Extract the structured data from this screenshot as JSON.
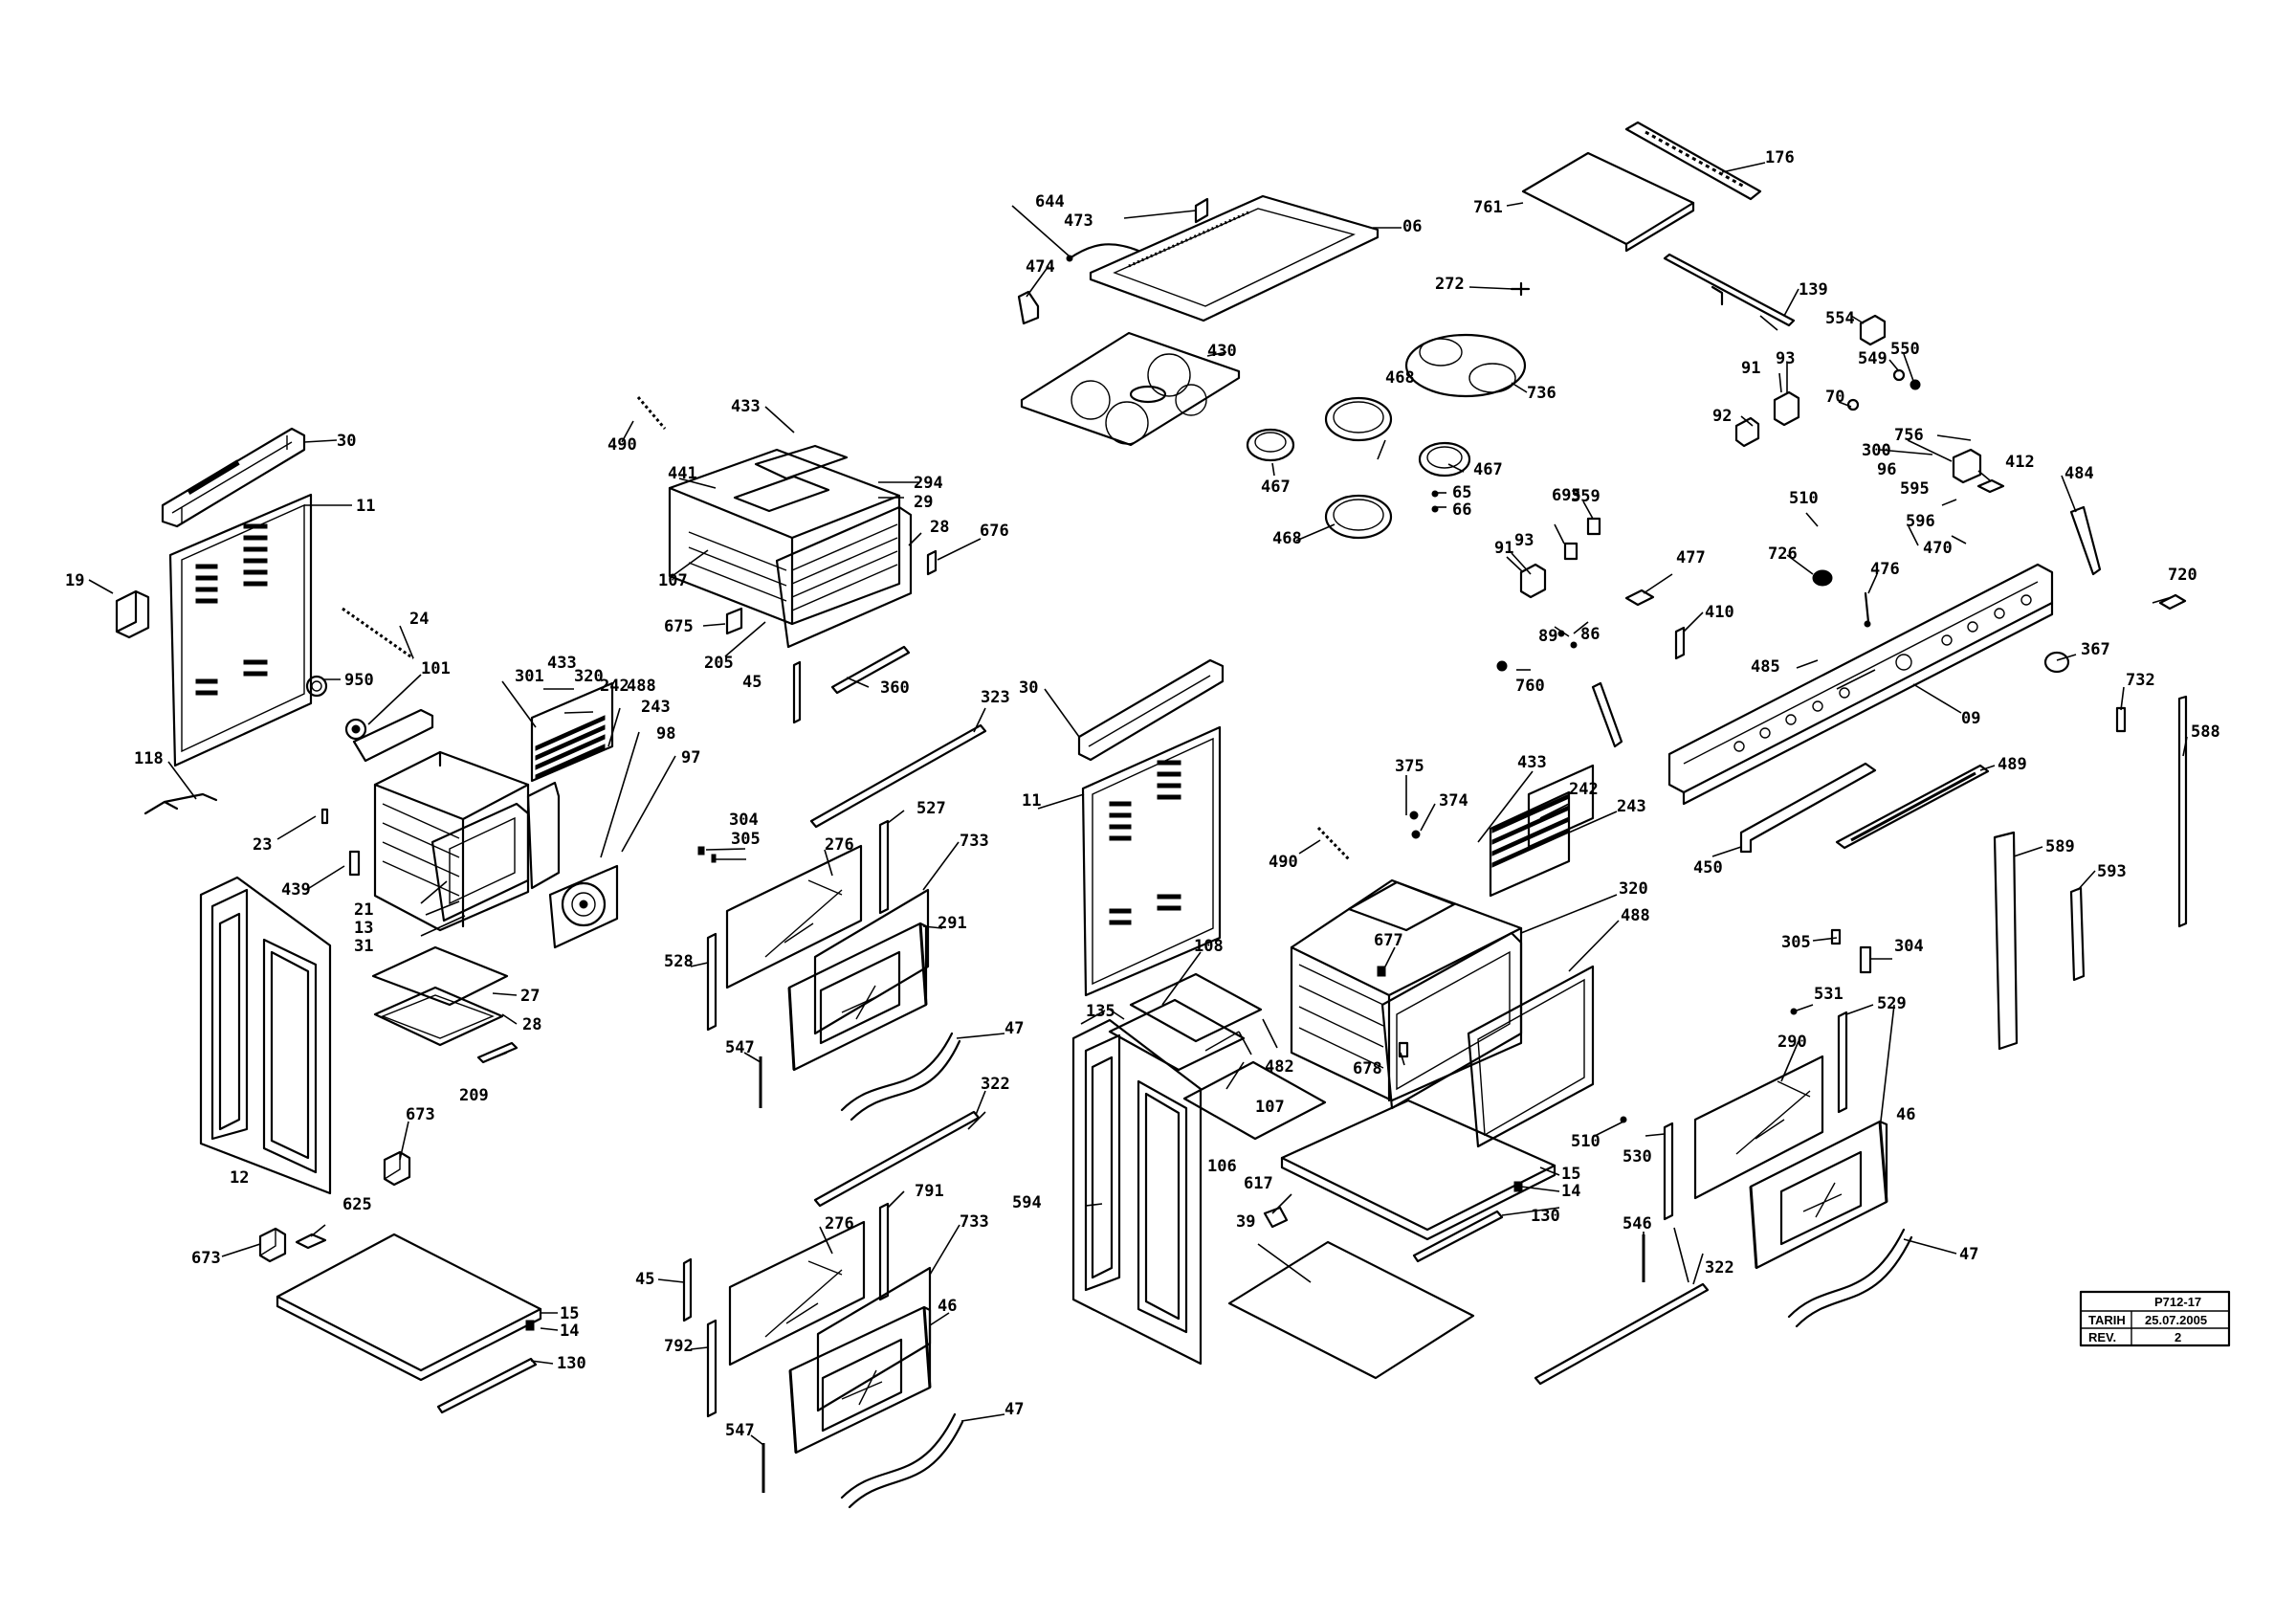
{
  "labels": {
    "p06": "06",
    "p09": "09",
    "p11a": "11",
    "p11b": "11",
    "p12": "12",
    "p13": "13",
    "p14a": "14",
    "p14b": "14",
    "p15a": "15",
    "p15b": "15",
    "p19": "19",
    "p21": "21",
    "p23": "23",
    "p24": "24",
    "p27": "27",
    "p28a": "28",
    "p28b": "28",
    "p29": "29",
    "p30a": "30",
    "p30b": "30",
    "p31": "31",
    "p39": "39",
    "p45a": "45",
    "p45b": "45",
    "p46a": "46",
    "p46b": "46",
    "p47a": "47",
    "p47b": "47",
    "p47c": "47",
    "p65": "65",
    "p66": "66",
    "p70": "70",
    "p86": "86",
    "p89": "89",
    "p91a": "91",
    "p91b": "91",
    "p92": "92",
    "p93a": "93",
    "p93b": "93",
    "p96": "96",
    "p97": "97",
    "p98": "98",
    "p101": "101",
    "p106": "106",
    "p107a": "107",
    "p107b": "107",
    "p108": "108",
    "p118": "118",
    "p130a": "130",
    "p130b": "130",
    "p135": "135",
    "p139": "139",
    "p176": "176",
    "p205": "205",
    "p209": "209",
    "p242a": "242",
    "p242b": "242",
    "p243a": "243",
    "p243b": "243",
    "p272": "272",
    "p276a": "276",
    "p276b": "276",
    "p290": "290",
    "p291": "291",
    "p294": "294",
    "p300": "300",
    "p301": "301",
    "p304a": "304",
    "p304b": "304",
    "p305a": "305",
    "p305b": "305",
    "p320a": "320",
    "p320b": "320",
    "p322a": "322",
    "p322b": "322",
    "p323": "323",
    "p359": "359",
    "p360": "360",
    "p367": "367",
    "p374": "374",
    "p375": "375",
    "p410": "410",
    "p412": "412",
    "p430": "430",
    "p433a": "433",
    "p433b": "433",
    "p433c": "433",
    "p439": "439",
    "p441": "441",
    "p450": "450",
    "p467a": "467",
    "p467b": "467",
    "p468a": "468",
    "p468b": "468",
    "p470": "470",
    "p473": "473",
    "p474": "474",
    "p476": "476",
    "p477": "477",
    "p482": "482",
    "p484": "484",
    "p485": "485",
    "p488a": "488",
    "p488b": "488",
    "p489": "489",
    "p490a": "490",
    "p490b": "490",
    "p510a": "510",
    "p510b": "510",
    "p527": "527",
    "p528": "528",
    "p529": "529",
    "p530": "530",
    "p531": "531",
    "p546": "546",
    "p547a": "547",
    "p547b": "547",
    "p549": "549",
    "p550": "550",
    "p554": "554",
    "p588": "588",
    "p589": "589",
    "p593": "593",
    "p594": "594",
    "p595": "595",
    "p596": "596",
    "p617": "617",
    "p625": "625",
    "p644": "644",
    "p673a": "673",
    "p673b": "673",
    "p675": "675",
    "p676": "676",
    "p677": "677",
    "p678": "678",
    "p695": "695",
    "p720": "720",
    "p726": "726",
    "p732": "732",
    "p733a": "733",
    "p733b": "733",
    "p736": "736",
    "p756": "756",
    "p760": "760",
    "p761": "761",
    "p791": "791",
    "p792": "792",
    "p950": "950"
  },
  "title_block": {
    "code": "P712-17",
    "date_label": "TARIH",
    "date": "25.07.2005",
    "rev_label": "REV.",
    "rev": "2"
  }
}
